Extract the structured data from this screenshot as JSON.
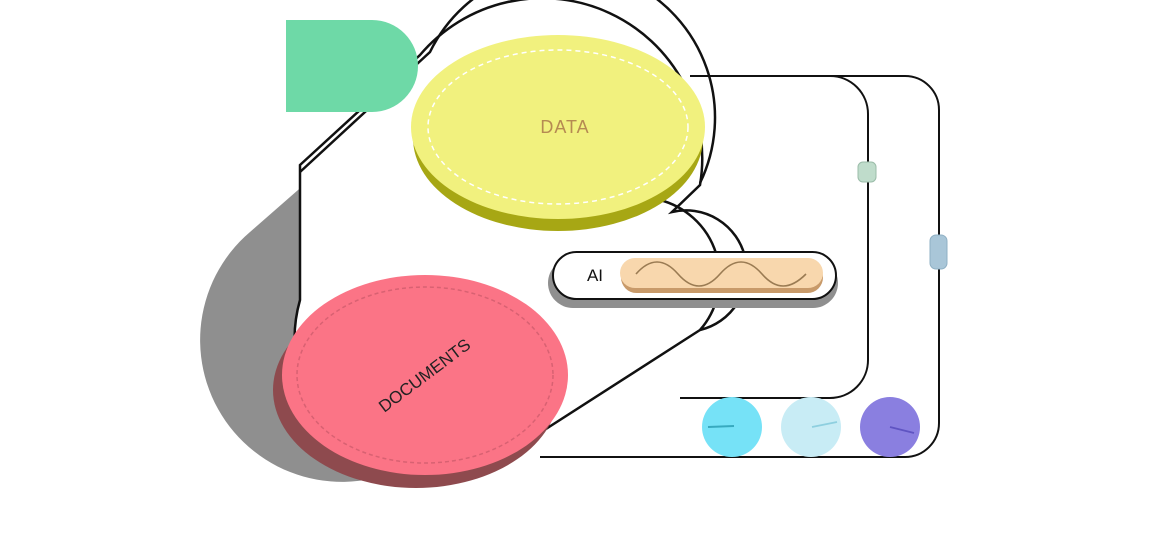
{
  "labels": {
    "data": "DATA",
    "documents": "DOCUMENTS",
    "ai": "AI"
  },
  "colors": {
    "background": "#ffffff",
    "outline": "#111111",
    "shadow": "#8f8f8f",
    "data_fill": "#f1f17e",
    "data_shadow": "#a7a714",
    "data_text": "#b58a52",
    "documents_fill": "#fb7486",
    "documents_shadow": "#8e4a4e",
    "documents_text": "#222222",
    "ai_wave_fill": "#f8d7ad",
    "ai_wave_shadow": "#c89a6a",
    "ai_wave_line": "#9a7b53",
    "tab_fill": "#6ed9a7",
    "slider_top": "#bfdccb",
    "slider_bottom": "#a9c6d8",
    "dial_1": "#76e2f7",
    "dial_2": "#c8ecf5",
    "dial_3": "#8a7fe0"
  },
  "icons": {
    "tab": "rounded-tab-shape",
    "dials": [
      "cyan-dial",
      "light-blue-dial",
      "purple-dial"
    ],
    "sliders": [
      "green-slider-knob",
      "blue-slider-knob"
    ],
    "wave": "sine-wave-icon"
  }
}
